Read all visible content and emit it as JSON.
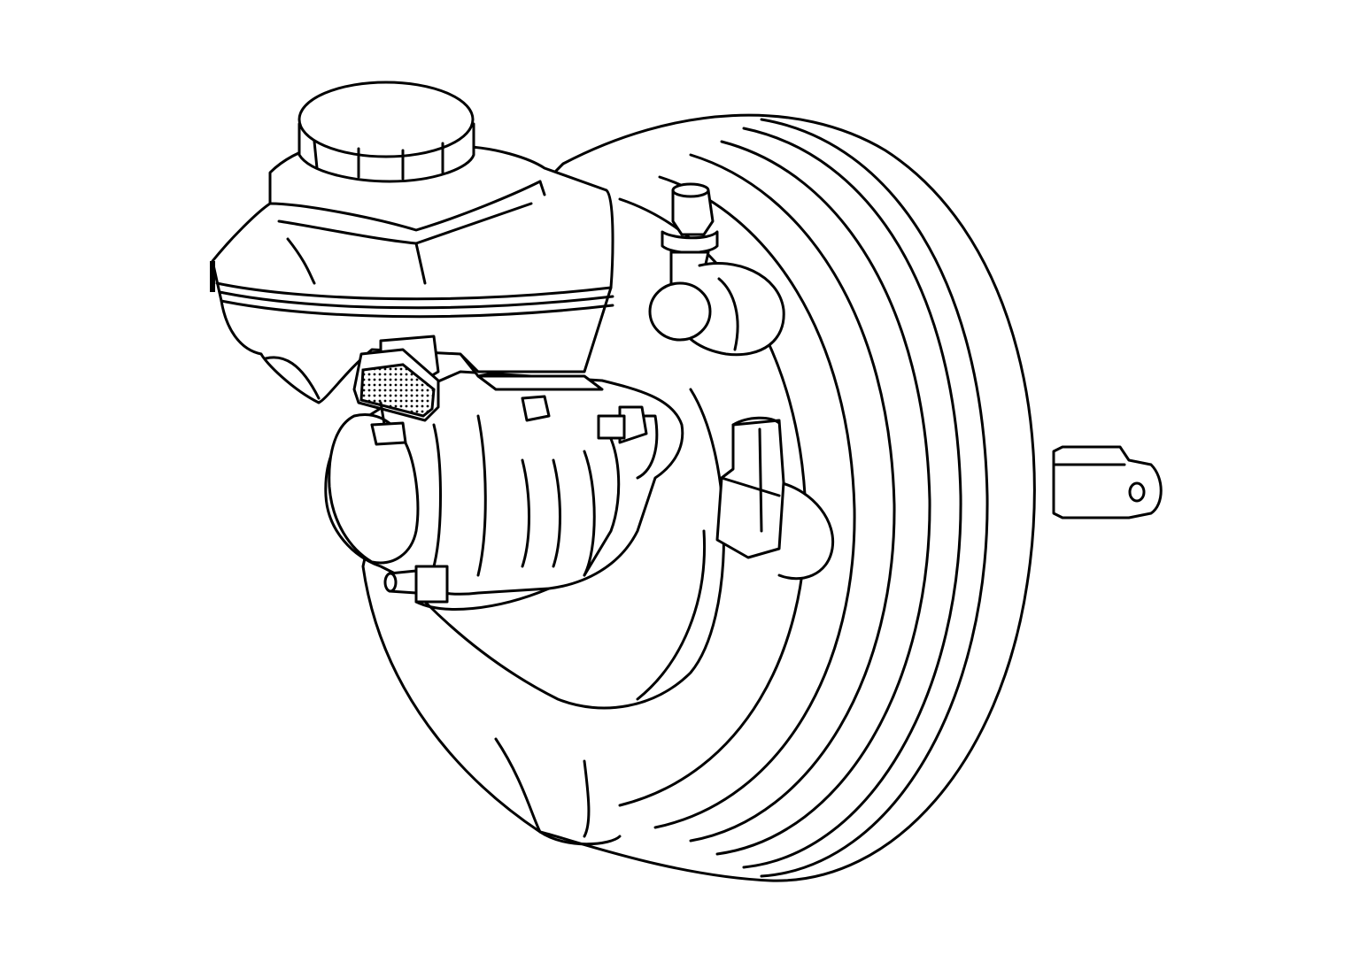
{
  "illustration": {
    "subject": "brake-master-cylinder-and-vacuum-booster",
    "line_color": "#000000",
    "background_color": "#ffffff",
    "highlight_pattern": "dotted-shading",
    "highlighted_part": "fluid-level-sensor-connector"
  },
  "parts": [
    "vacuum-booster",
    "reservoir-cap",
    "fluid-reservoir",
    "fluid-level-sensor-connector",
    "master-cylinder",
    "vacuum-check-valve",
    "pressure-sensor",
    "pushrod-bracket"
  ]
}
